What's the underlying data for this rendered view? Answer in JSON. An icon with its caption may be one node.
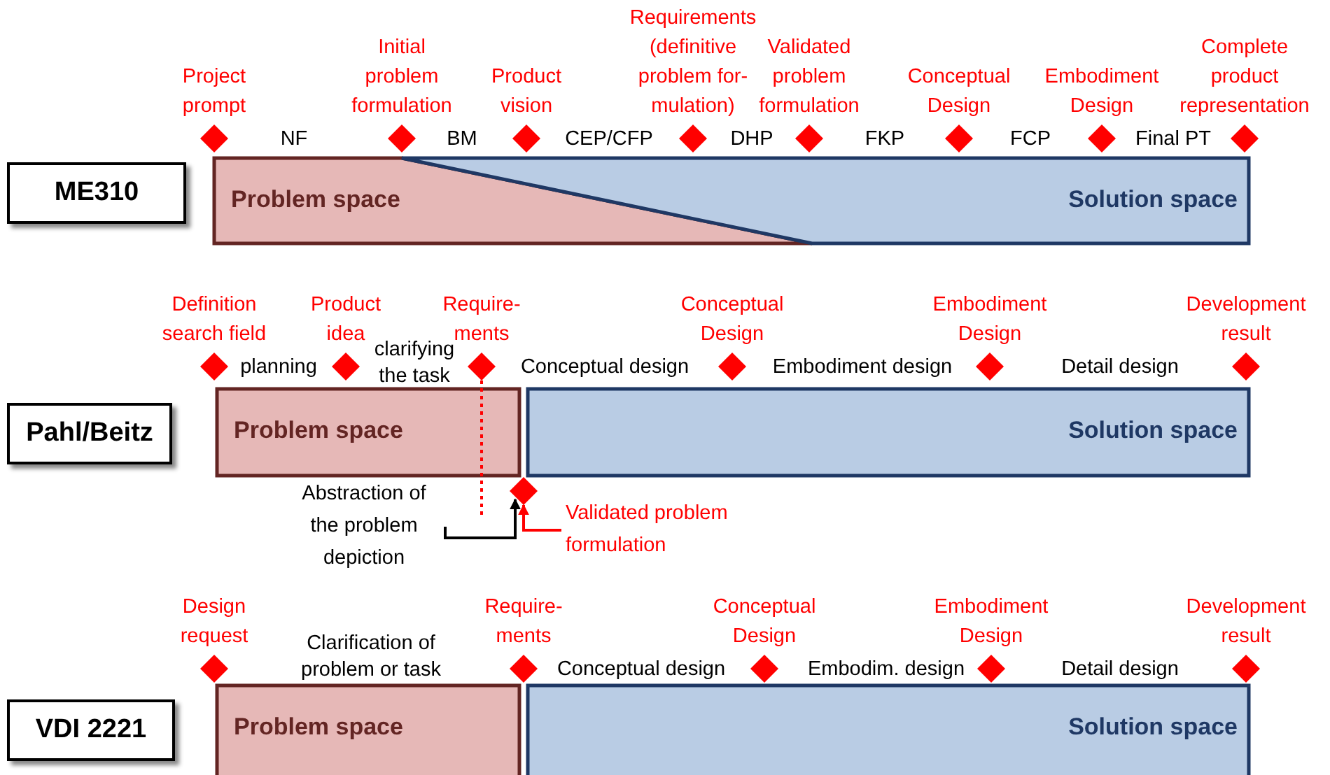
{
  "diagram": {
    "nodes": [
      {
        "text": [
          "ME310"
        ]
      },
      {
        "text": [
          "Project prompt"
        ]
      },
      {
        "text": [
          "Initial problem formulation"
        ]
      },
      {
        "text": [
          "Product vision"
        ]
      },
      {
        "text": [
          "Requirements (definitive problem for- mulation)"
        ]
      },
      {
        "text": [
          "Validated problem formulation"
        ]
      },
      {
        "text": [
          "Conceptual Design"
        ]
      },
      {
        "text": [
          "Embodiment Design"
        ]
      },
      {
        "text": [
          "Complete product representation"
        ]
      },
      {
        "text": [
          "Problem space"
        ]
      },
      {
        "text": [
          "Solution space"
        ]
      },
      {
        "text": [
          "Pahl/Beitz"
        ]
      },
      {
        "text": [
          "Definition search field"
        ]
      },
      {
        "text": [
          "Product idea"
        ]
      },
      {
        "text": [
          "Require- ments"
        ]
      },
      {
        "text": [
          "Conceptual Design"
        ]
      },
      {
        "text": [
          "Embodiment Design"
        ]
      },
      {
        "text": [
          "Development result"
        ]
      },
      {
        "text": [
          "Problem space"
        ]
      },
      {
        "text": [
          "Solution space"
        ]
      },
      {
        "text": [],
        "shape": "diamond"
      },
      {
        "text": [
          "Abstraction of the problem depiction"
        ]
      },
      {
        "text": [
          "Validated problem formulation"
        ]
      },
      {
        "text": [
          "VDI 2221"
        ]
      },
      {
        "text": [
          "Design request"
        ]
      },
      {
        "text": [
          "Require- ments"
        ]
      },
      {
        "text": [
          "Conceptual Design"
        ]
      },
      {
        "text": [
          "Embodiment Design"
        ]
      },
      {
        "text": [
          "Development result"
        ]
      },
      {
        "text": [
          "Problem space"
        ]
      },
      {
        "text": [
          "Solution space"
        ]
      }
    ],
    "edges": [
      {
        "from": 21,
        "to": 20,
        "arrow": "to",
        "color": "#000000"
      },
      {
        "from": 22,
        "to": 20,
        "arrow": "to",
        "color": "#ff0000"
      },
      {
        "from": 14,
        "to": null,
        "arrow": "none",
        "style": "dashed",
        "color": "#ff0000"
      }
    ],
    "labels": [
      "NF",
      "BM",
      "CEP/CFP",
      "DHP",
      "FKP",
      "FCP",
      "Final PT",
      "planning",
      "clarifying the task",
      "Conceptual design",
      "Embodiment design",
      "Detail design",
      "Clarification of problem or task",
      "Conceptual design",
      "Embodim. design",
      "Detail design"
    ]
  }
}
